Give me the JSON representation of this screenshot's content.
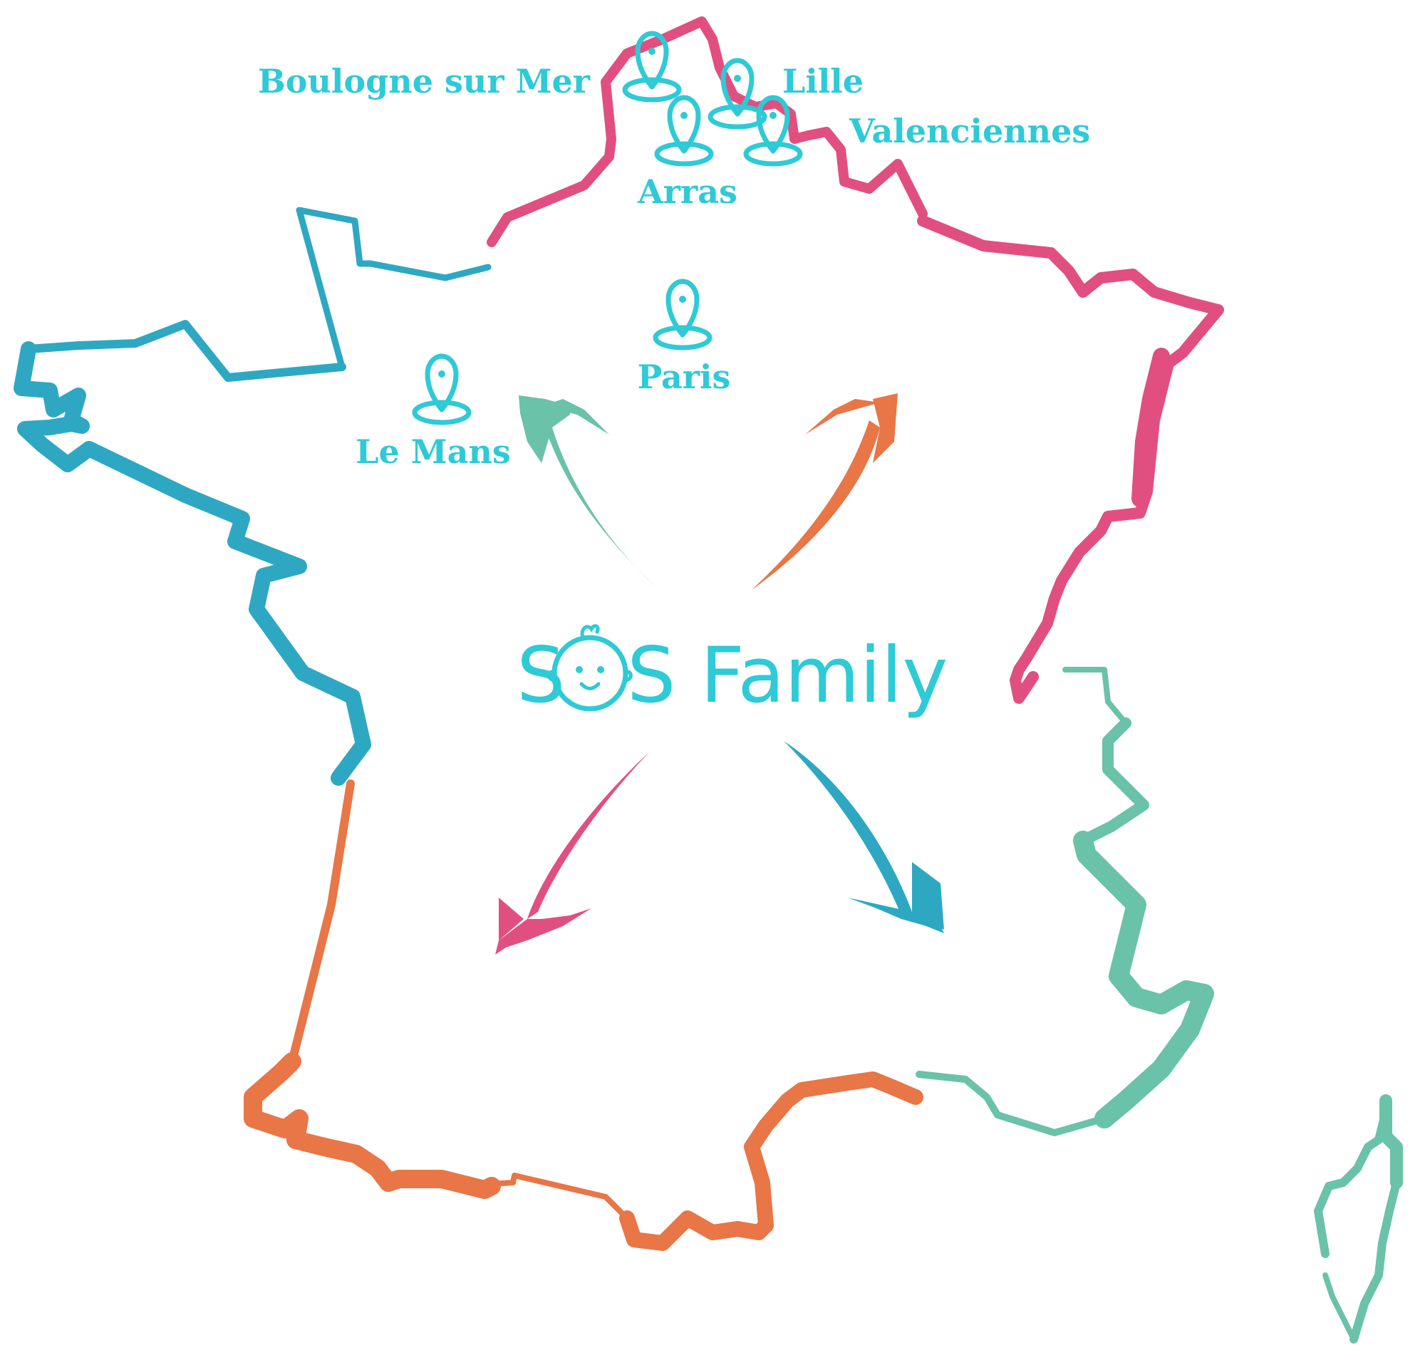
{
  "brand": {
    "text_left": "S",
    "text_right": "S Family",
    "color": "#2ecad6"
  },
  "colors": {
    "north": "#e14f80",
    "west": "#2ea8c2",
    "southwest": "#e87646",
    "southeast": "#6ac2a9",
    "label": "#2ecad6"
  },
  "cities": [
    {
      "id": "boulogne",
      "label": "Boulogne sur Mer"
    },
    {
      "id": "lille",
      "label": "Lille"
    },
    {
      "id": "valenciennes",
      "label": "Valenciennes"
    },
    {
      "id": "arras",
      "label": "Arras"
    },
    {
      "id": "paris",
      "label": "Paris"
    },
    {
      "id": "le-mans",
      "label": "Le Mans"
    }
  ],
  "icons": [
    "location-pin-icon",
    "baby-face-icon",
    "curved-arrow-icon"
  ]
}
